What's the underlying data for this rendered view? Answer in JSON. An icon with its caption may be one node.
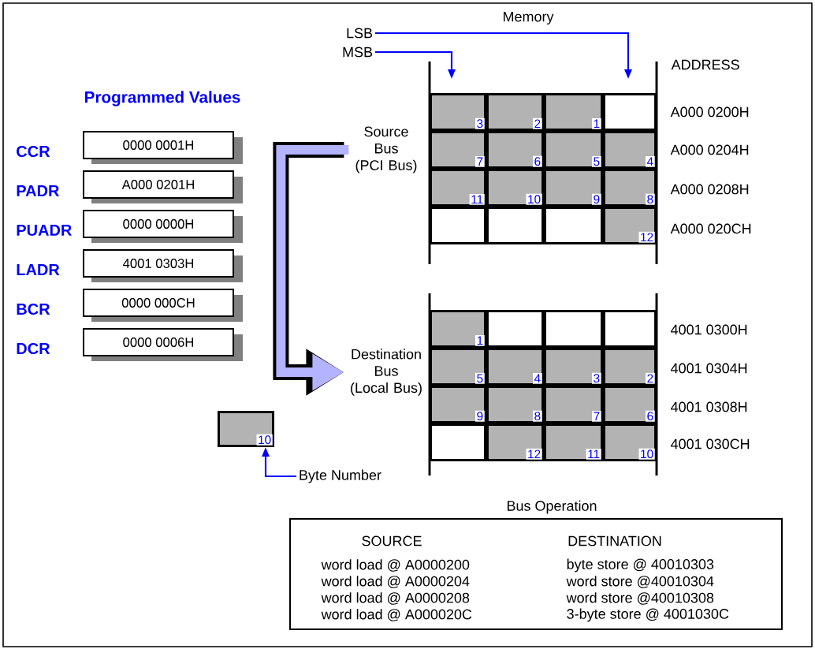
{
  "diagram": {
    "nodes": [
      {
        "text": [
          "0000 0001H"
        ],
        "beside": [
          "CCR"
        ]
      },
      {
        "text": [
          "A000 0201H"
        ],
        "beside": [
          "PADR"
        ]
      },
      {
        "text": [
          "0000 0000H"
        ],
        "beside": [
          "PUADR"
        ]
      },
      {
        "text": [
          "4001 0303H"
        ],
        "beside": [
          "LADR"
        ]
      },
      {
        "text": [
          "0000 000CH"
        ],
        "beside": [
          "BCR"
        ]
      },
      {
        "text": [
          "0000 0006H"
        ],
        "beside": [
          "DCR"
        ]
      },
      {
        "text": [
          "10"
        ]
      },
      {
        "text": [
          "Byte Number"
        ]
      },
      {
        "text": [
          "LSB"
        ]
      },
      {
        "text": [
          "MSB"
        ]
      },
      {
        "text": [
          "Source Bus (PCI Bus)"
        ]
      },
      {
        "text": [
          "3"
        ]
      },
      {
        "text": [
          "2"
        ]
      },
      {
        "text": [
          "1"
        ]
      },
      {
        "text": [],
        "shape": "box"
      },
      {
        "text": [
          "7"
        ]
      },
      {
        "text": [
          "6"
        ]
      },
      {
        "text": [
          "5"
        ]
      },
      {
        "text": [
          "4"
        ]
      },
      {
        "text": [
          "11"
        ]
      },
      {
        "text": [
          "10"
        ]
      },
      {
        "text": [
          "9"
        ]
      },
      {
        "text": [
          "8"
        ]
      },
      {
        "text": [],
        "shape": "box"
      },
      {
        "text": [],
        "shape": "box"
      },
      {
        "text": [],
        "shape": "box"
      },
      {
        "text": [
          "12"
        ]
      },
      {
        "text": [
          "Destination Bus (Local Bus)"
        ]
      },
      {
        "text": [
          "1"
        ]
      },
      {
        "text": [],
        "shape": "box"
      },
      {
        "text": [],
        "shape": "box"
      },
      {
        "text": [],
        "shape": "box"
      },
      {
        "text": [
          "5"
        ]
      },
      {
        "text": [
          "4"
        ]
      },
      {
        "text": [
          "3"
        ]
      },
      {
        "text": [
          "2"
        ]
      },
      {
        "text": [
          "9"
        ]
      },
      {
        "text": [
          "8"
        ]
      },
      {
        "text": [
          "7"
        ]
      },
      {
        "text": [
          "6"
        ]
      },
      {
        "text": [],
        "shape": "box"
      },
      {
        "text": [
          "12"
        ]
      },
      {
        "text": [
          "11"
        ]
      },
      {
        "text": [
          "10"
        ]
      },
      {
        "text": [
          "Bus Operation",
          "SOURCE",
          "word load @ A0000200",
          "word load @ A0000204",
          "word load @ A0000208",
          "word load @ A000020C",
          "DESTINATION",
          "byte store @ 40010303",
          "word store @40010304",
          "word store @40010308",
          "3-byte store @ 4001030C"
        ]
      }
    ],
    "edges": [
      {
        "from": 8,
        "to": null,
        "arrow": "to"
      },
      {
        "from": 9,
        "to": null,
        "arrow": "to"
      },
      {
        "from": 7,
        "to": 6,
        "arrow": "to"
      },
      {
        "from": 10,
        "to": 27,
        "arrow": "to",
        "style": "thick",
        "color": "#b3b3ff"
      }
    ],
    "labels": [
      "Memory",
      "ADDRESS",
      "Programmed Values",
      "A000 0200H",
      "A000 0204H",
      "A000 0208H",
      "A000 020CH",
      "4001 0300H",
      "4001 0304H",
      "4001 0308H",
      "4001 030CH"
    ]
  }
}
